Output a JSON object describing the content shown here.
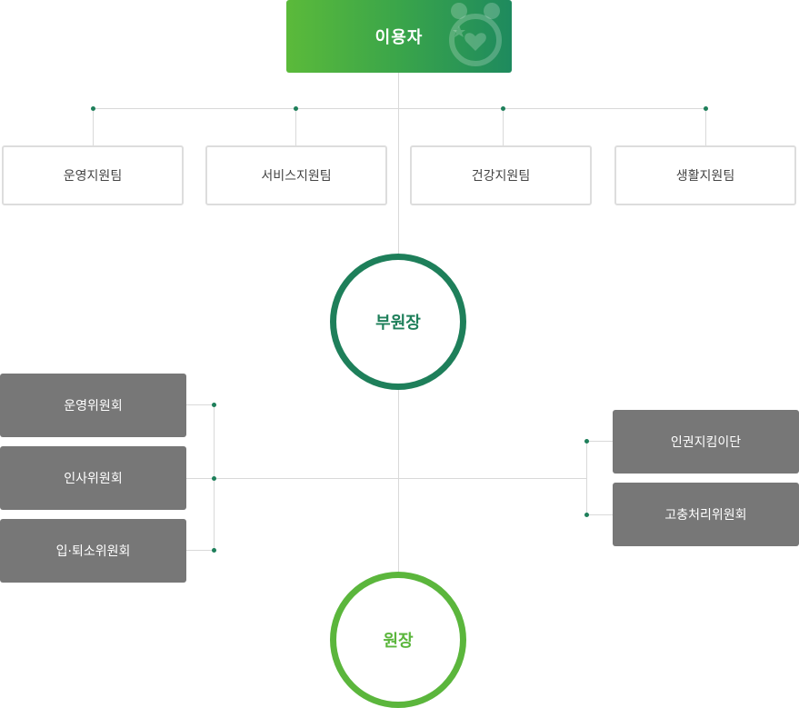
{
  "top": {
    "label": "이용자",
    "gradient": [
      "#5bba3a",
      "#1e8a5e"
    ]
  },
  "teams": [
    {
      "label": "운영지원팀"
    },
    {
      "label": "서비스지원팀"
    },
    {
      "label": "건강지원팀"
    },
    {
      "label": "생활지원팀"
    }
  ],
  "vice_director": {
    "label": "부원장",
    "color": "#1e7f5a"
  },
  "director": {
    "label": "원장",
    "color": "#5bb63c"
  },
  "left_committees": [
    {
      "label": "운영위원회"
    },
    {
      "label": "인사위원회"
    },
    {
      "label": "입·퇴소위원회"
    }
  ],
  "right_committees": [
    {
      "label": "인권지킴이단"
    },
    {
      "label": "고충처리위원회"
    }
  ],
  "colors": {
    "connector": "#d9d9d9",
    "dot": "#1e7f5a",
    "committee_bg": "#777777",
    "team_border": "#dddddd"
  }
}
